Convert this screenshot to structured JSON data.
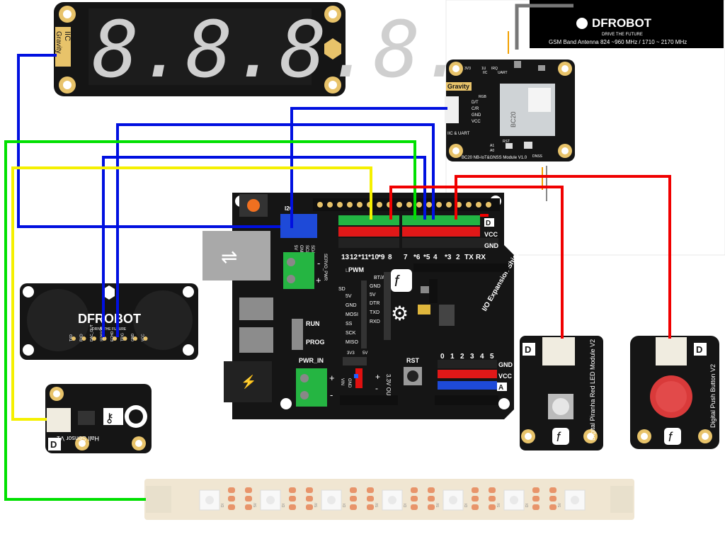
{
  "display_module": {
    "digits": "8.8.8.8.",
    "iic_label": "IIC",
    "gravity_label": "Gravity"
  },
  "gsm_banner": {
    "brand": "DFROBOT",
    "tagline": "DRIVE THE FUTURE",
    "antenna_text": "GSM Band Antenna  824 ~960 MHz / 1710 ~ 2170 MHz"
  },
  "nbiot_module": {
    "gravity_label": "Gravity",
    "chip_label": "BC20",
    "bottom_label": "BC20 NB-IoT&GNSS Module V1.0",
    "iic_uart_label": "IIC & UART",
    "pin_labels": [
      "D/T",
      "C/R",
      "GND",
      "VCC"
    ],
    "small_labels": [
      "3V3",
      "1U",
      "IRQ",
      "IIC",
      "UART",
      "RST",
      "RGB",
      "A1",
      "A0",
      "DNSS"
    ]
  },
  "shield": {
    "i2c_label": "I2C",
    "pwm_label": "PWM",
    "digital_marker": "D",
    "analog_marker": "A",
    "vcc": "VCC",
    "gnd": "GND",
    "pin_numbers": [
      "13",
      "12",
      "*11",
      "*10",
      "*9",
      "8",
      "7",
      "*6",
      "*5",
      "4",
      "*3",
      "2",
      "TX",
      "RX"
    ],
    "analog_numbers": [
      "0",
      "1",
      "2",
      "3",
      "4",
      "5"
    ],
    "left_labels": [
      "5V",
      "GND",
      "SCL",
      "SDA"
    ],
    "bt_labels": [
      "BT/APC",
      "GND",
      "5V",
      "DTR",
      "TXD",
      "RXD"
    ],
    "sd_labels": [
      "SD",
      "5V",
      "GND",
      "MOSI",
      "SS",
      "SCK",
      "MISO"
    ],
    "run_label": "RUN",
    "prog_label": "PROG",
    "pwr_in_label": "PWR_IN",
    "servo_label": "SERVO_PWR",
    "vin": "VIN",
    "gnd2": "GND",
    "v33": "3V3",
    "v5": "5V",
    "out_label": "3.3V OUT",
    "rst_label": "RST",
    "side_title": "I/O Expansion Shield V7"
  },
  "ultrasonic": {
    "brand": "DFROBOT",
    "tagline": "DRIVE THE FUTURE",
    "pins": [
      "TXD",
      "RXD",
      "DAC_OUT",
      "SENSOR",
      "ECHO",
      "TRIG",
      "GND",
      "VCC"
    ]
  },
  "hall_sensor": {
    "title": "Hall Sensor V1",
    "d_label": "D"
  },
  "led_module": {
    "title": "Digital Piranha Red LED Module V2",
    "d_label": "D"
  },
  "push_button": {
    "title": "Digital Push Button V2",
    "d_label": "D"
  },
  "led_strip": {
    "pad_labels": [
      "DI",
      "5V",
      "GND",
      "DO"
    ],
    "count": 7
  },
  "colors": {
    "blue_wire": "#0010e0",
    "green_wire": "#00e000",
    "yellow_wire": "#f5f000",
    "red_wire": "#f00000",
    "board": "#151515",
    "pad_gold": "#e8c36a"
  }
}
